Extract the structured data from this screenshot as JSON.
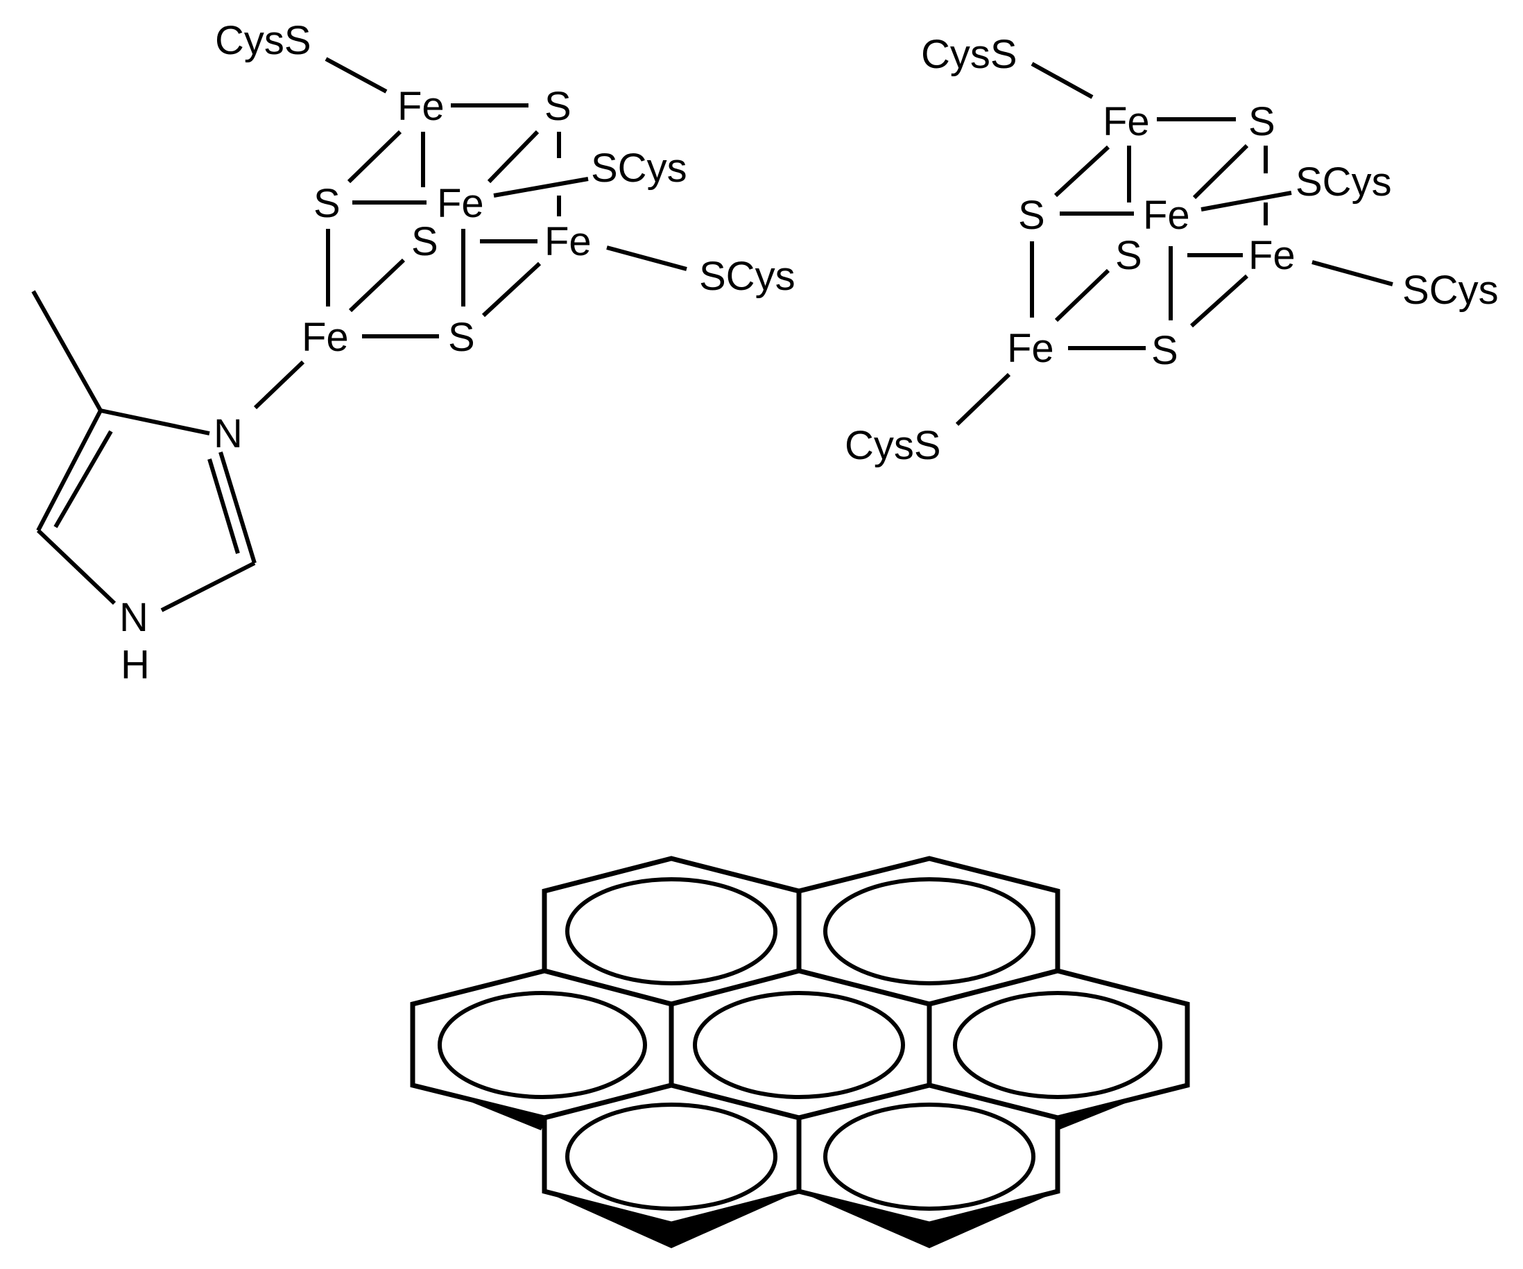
{
  "cluster_left": {
    "labels": {
      "cys_top": "CysS",
      "fe1": "Fe",
      "s1": "S",
      "s2": "S",
      "fe2": "Fe",
      "scys_1": "SCys",
      "s3": "S",
      "fe3": "Fe",
      "scys_2": "SCys",
      "fe4": "Fe",
      "s4": "S",
      "n_imine": "N",
      "n_amine": "N",
      "h_amine": "H"
    }
  },
  "cluster_right": {
    "labels": {
      "cys_top": "CysS",
      "fe1": "Fe",
      "s1": "S",
      "s2": "S",
      "fe2": "Fe",
      "scys_1": "SCys",
      "s3": "S",
      "fe3": "Fe",
      "scys_2": "SCys",
      "fe4": "Fe",
      "s4": "S",
      "cys_bottom": "CysS"
    }
  },
  "colors": {
    "ink": "#000000",
    "background": "#ffffff"
  }
}
